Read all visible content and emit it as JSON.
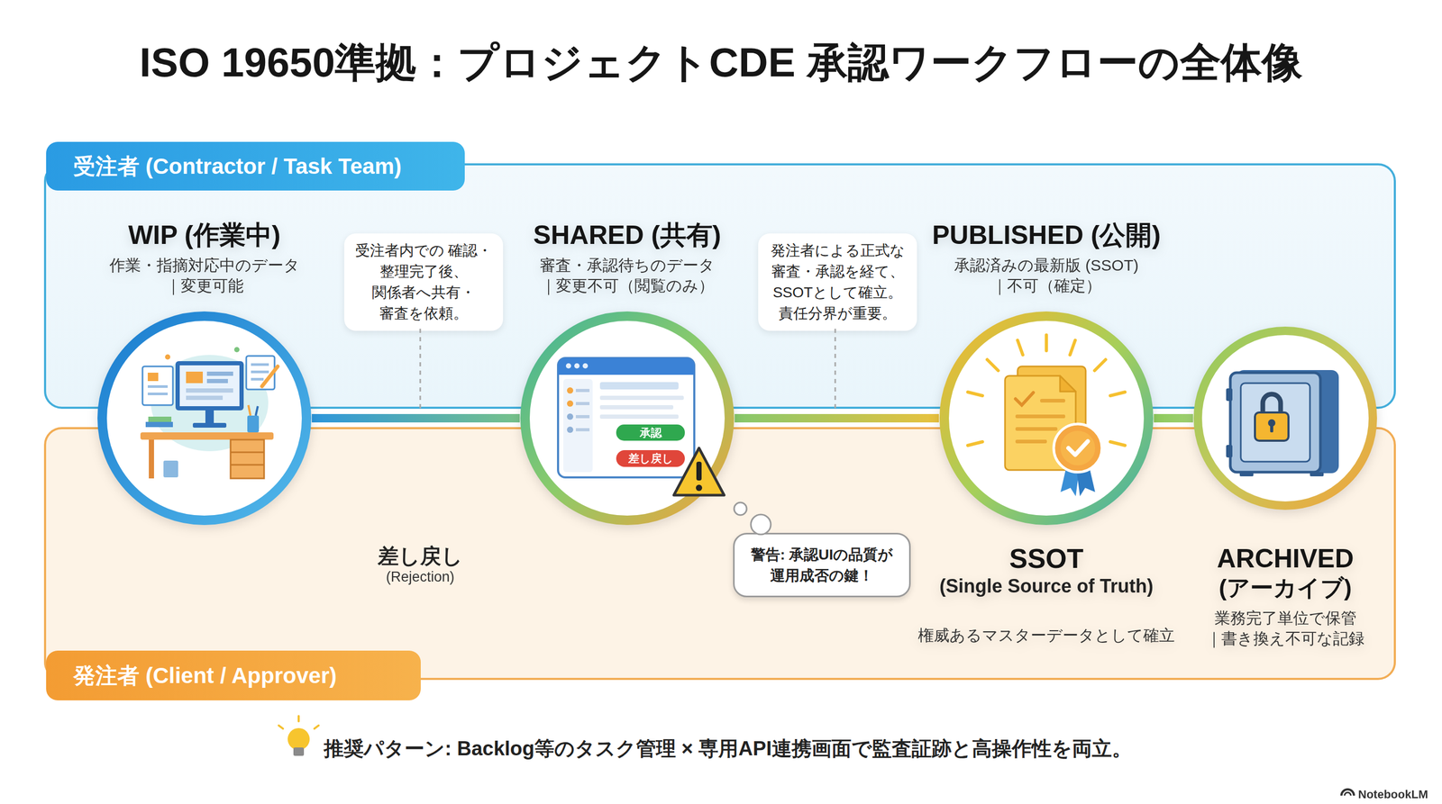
{
  "diagram": {
    "title": "ISO 19650準拠：プロジェクトCDE 承認ワークフローの全体像",
    "caption": "推奨パターン: Backlog等のタスク管理 × 専用API連携画面で監査証跡と高操作性を両立。",
    "nodes": [
      {
        "text": [
          "受注者 (Contractor / Task Team)"
        ]
      },
      {
        "text": [
          "受注者内での 確認・整理完了後、 関係者へ共有・ 審査を依頼。"
        ],
        "in": 0
      },
      {
        "text": [
          "発注者による正式な 審査・承認を経て、 SSOTとして確立。 責任分界が重要。"
        ],
        "in": 0
      },
      {
        "text": [
          "発注者 (Client / Approver)"
        ]
      },
      {
        "text": [
          "警告: 承認UIの品質が 運用成否の鍵！"
        ],
        "in": 3
      },
      {
        "text": [
          "WIP (作業中)",
          "作業・指摘対応中のデータ",
          "｜変更可能"
        ]
      },
      {
        "text": [
          "SHARED (共有)",
          "審査・承認待ちのデータ",
          "｜変更不可（閲覧のみ）"
        ]
      },
      {
        "text": [
          "PUBLISHED (公開)",
          "承認済みの最新版 (SSOT)",
          "｜不可（確定）",
          "SSOT",
          "(Single Source of Truth)",
          "権威あるマスターデータとして確立"
        ]
      },
      {
        "text": [
          "ARCHIVED",
          "(アーカイブ)",
          "業務完了単位で保管",
          "｜書き換え不可な記録"
        ]
      }
    ],
    "edges": [
      {
        "from": 5,
        "to": 6,
        "arrow": "none"
      },
      {
        "from": 6,
        "to": 7,
        "arrow": "none"
      },
      {
        "from": 7,
        "to": 8,
        "arrow": "none"
      }
    ],
    "labels": [
      "承認",
      "差し戻し",
      "差し戻し",
      "(Rejection)",
      "NotebookLM"
    ]
  }
}
